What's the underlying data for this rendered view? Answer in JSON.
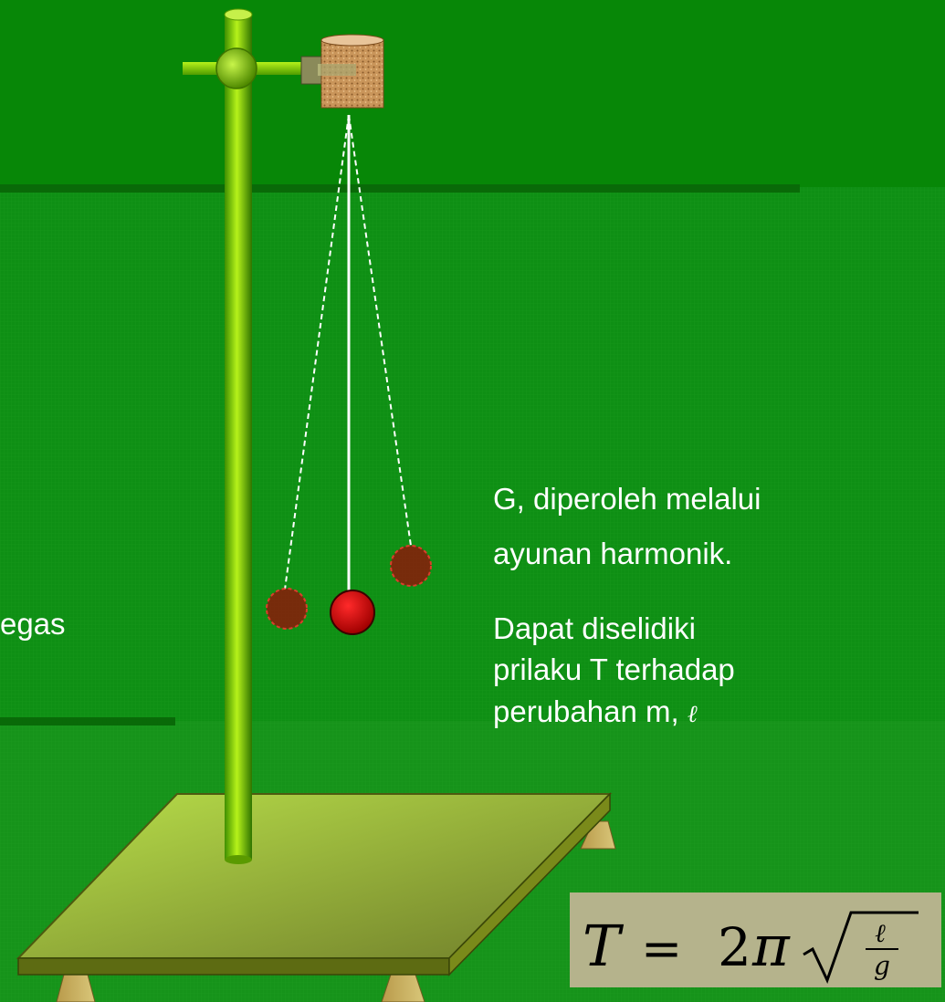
{
  "text": {
    "g_line1": "G, diperoleh melalui",
    "g_line2": "ayunan harmonik.",
    "d_line1": "Dapat diselidiki",
    "d_line2": "prilaku T terhadap",
    "d_line3": "perubahan m, ",
    "ell_symbol": "ℓ",
    "fragment": "egas"
  },
  "formula": {
    "lhs": "T",
    "equals": "=",
    "coefficient": "2",
    "pi": "π",
    "numerator": "ℓ",
    "denominator": "g"
  },
  "colors": {
    "background": "#0d8a14",
    "band_top": "#078707",
    "rod": "#7fd400",
    "table_top": "#a6c83a",
    "bob": "#cc0000",
    "formula_bg": "#b5b38c"
  }
}
